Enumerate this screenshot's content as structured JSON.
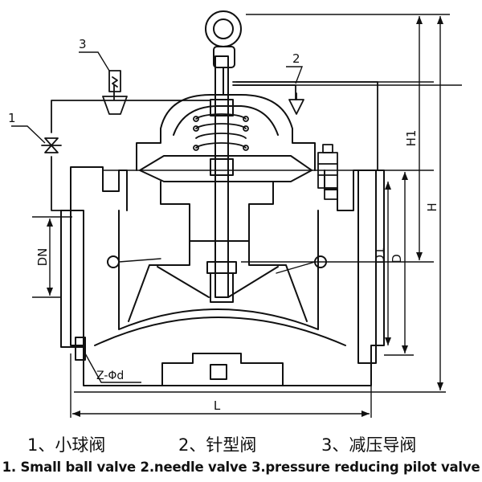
{
  "diagram": {
    "callouts": {
      "part1": "1",
      "part2": "2",
      "part3": "3"
    },
    "dimensions": {
      "dn": "DN",
      "h1": "H1",
      "h": "H",
      "d1": "D1",
      "d": "D",
      "z_phi_d": "Z-Φd",
      "l": "L"
    }
  },
  "legend": {
    "cn_items": [
      "1、小球阀",
      "2、针型阀",
      "3、减压导阀"
    ],
    "en_caption": "1. Small ball valve 2.needle valve 3.pressure reducing pilot valve"
  }
}
